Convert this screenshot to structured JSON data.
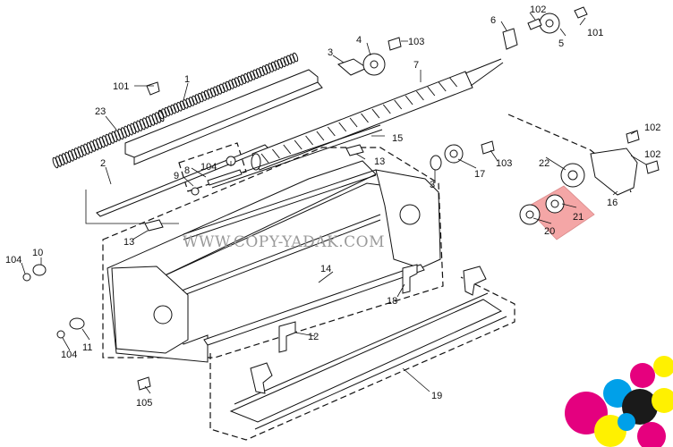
{
  "watermark": "WWW.COPY-YADAK.COM",
  "highlight_color": "#f4a6a6",
  "logo_colors": [
    "#e6007e",
    "#00a0e9",
    "#fff100",
    "#1a1a1a",
    "#f39800",
    "#e4007f"
  ],
  "callouts": {
    "c1": "1",
    "c2": "2",
    "c3a": "3",
    "c3b": "3",
    "c4": "4",
    "c5": "5",
    "c6": "6",
    "c7": "7",
    "c8": "8",
    "c9": "9",
    "c10": "10",
    "c11": "11",
    "c12": "12",
    "c13a": "13",
    "c13b": "13",
    "c14": "14",
    "c15": "15",
    "c16": "16",
    "c17": "17",
    "c18": "18",
    "c19": "19",
    "c20": "20",
    "c21": "21",
    "c22": "22",
    "c23": "23",
    "c101a": "101",
    "c101b": "101",
    "c102a": "102",
    "c102b": "102",
    "c102c": "102",
    "c103a": "103",
    "c103b": "103",
    "c104a": "104",
    "c104b": "104",
    "c104c": "104",
    "c105": "105"
  }
}
